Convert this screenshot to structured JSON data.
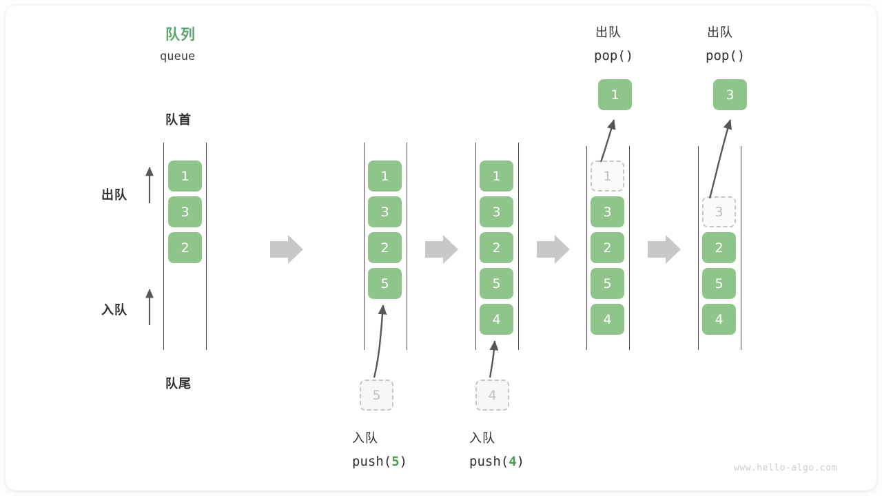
{
  "diagram": {
    "title_cn": "队列",
    "title_en": "queue",
    "front_label": "队首",
    "rear_label": "队尾",
    "dequeue_label": "出队",
    "enqueue_label": "入队",
    "watermark": "www.hello-algo.com",
    "accent_green": "#8fc48a",
    "title_green": "#5aa469",
    "arrow_gray": "#c8c8c8",
    "line_gray": "#4a4a4a",
    "ghost_gray": "#bdbdbd"
  },
  "columns": [
    {
      "id": "initial",
      "caption_cn": "",
      "caption_code": "",
      "items": [
        {
          "value": "1",
          "state": "filled"
        },
        {
          "value": "3",
          "state": "filled"
        },
        {
          "value": "2",
          "state": "filled"
        }
      ]
    },
    {
      "id": "push-5",
      "caption_cn": "入队",
      "caption_code": "push(5)",
      "caption_arg": "5",
      "pending": {
        "value": "5"
      },
      "items": [
        {
          "value": "1",
          "state": "filled"
        },
        {
          "value": "3",
          "state": "filled"
        },
        {
          "value": "2",
          "state": "filled"
        },
        {
          "value": "5",
          "state": "filled"
        }
      ]
    },
    {
      "id": "push-4",
      "caption_cn": "入队",
      "caption_code": "push(4)",
      "caption_arg": "4",
      "pending": {
        "value": "4"
      },
      "items": [
        {
          "value": "1",
          "state": "filled"
        },
        {
          "value": "3",
          "state": "filled"
        },
        {
          "value": "2",
          "state": "filled"
        },
        {
          "value": "5",
          "state": "filled"
        },
        {
          "value": "4",
          "state": "filled"
        }
      ]
    },
    {
      "id": "pop-1",
      "caption_cn": "出队",
      "caption_code": "pop()",
      "popped": {
        "value": "1"
      },
      "items": [
        {
          "value": "1",
          "state": "ghost"
        },
        {
          "value": "3",
          "state": "filled"
        },
        {
          "value": "2",
          "state": "filled"
        },
        {
          "value": "5",
          "state": "filled"
        },
        {
          "value": "4",
          "state": "filled"
        }
      ]
    },
    {
      "id": "pop-3",
      "caption_cn": "出队",
      "caption_code": "pop()",
      "popped": {
        "value": "3"
      },
      "items": [
        {
          "value": "3",
          "state": "ghost"
        },
        {
          "value": "2",
          "state": "filled"
        },
        {
          "value": "5",
          "state": "filled"
        },
        {
          "value": "4",
          "state": "filled"
        }
      ]
    }
  ]
}
